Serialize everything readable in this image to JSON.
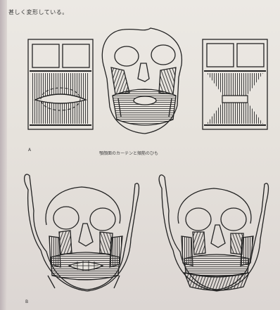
{
  "page": {
    "top_text": "甚しく変形している。",
    "figure_a_label": "A",
    "figure_b_label": "B",
    "caption": "顎顔面のカーテンと頬筋のひも"
  }
}
